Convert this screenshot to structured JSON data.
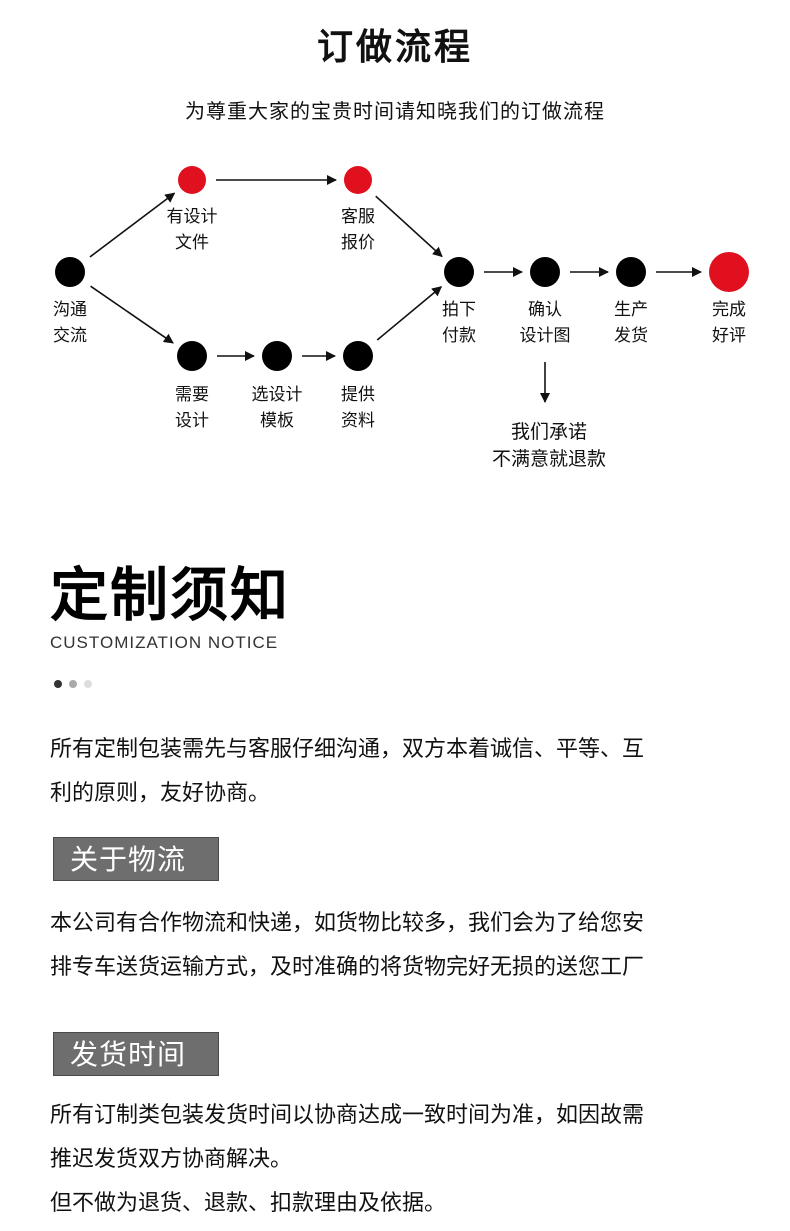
{
  "header": {
    "title": "订做流程",
    "subtitle": "为尊重大家的宝贵时间请知晓我们的订做流程"
  },
  "flow": {
    "nodes": [
      {
        "id": "n0",
        "lines": [
          "沟通",
          "交流"
        ],
        "color": "#000000"
      },
      {
        "id": "n1",
        "lines": [
          "有设计",
          "文件"
        ],
        "color": "#e0101e"
      },
      {
        "id": "n2",
        "lines": [
          "客服",
          "报价"
        ],
        "color": "#e0101e"
      },
      {
        "id": "n3",
        "lines": [
          "需要",
          "设计"
        ],
        "color": "#000000"
      },
      {
        "id": "n4",
        "lines": [
          "选设计",
          "模板"
        ],
        "color": "#000000"
      },
      {
        "id": "n5",
        "lines": [
          "提供",
          "资料"
        ],
        "color": "#000000"
      },
      {
        "id": "n6",
        "lines": [
          "拍下",
          "付款"
        ],
        "color": "#000000"
      },
      {
        "id": "n7",
        "lines": [
          "确认",
          "设计图"
        ],
        "color": "#000000"
      },
      {
        "id": "n8",
        "lines": [
          "生产",
          "发货"
        ],
        "color": "#000000"
      },
      {
        "id": "n9",
        "lines": [
          "完成",
          "好评"
        ],
        "color": "#e0101e"
      }
    ],
    "promise": [
      "我们承诺",
      "不满意就退款"
    ]
  },
  "notice": {
    "title": "定制须知",
    "subtitle": "CUSTOMIZATION NOTICE",
    "dot_colors": [
      "#333333",
      "#aaaaaa",
      "#dddddd"
    ],
    "intro": [
      "所有定制包装需先与客服仔细沟通，双方本着诚信、平等、互",
      "利的原则，友好协商。"
    ],
    "sections": [
      {
        "label": "关于物流",
        "lines": [
          "本公司有合作物流和快递，如货物比较多，我们会为了给您安",
          "排专车送货运输方式，及时准确的将货物完好无损的送您工厂"
        ]
      },
      {
        "label": "发货时间",
        "lines": [
          "所有订制类包装发货时间以协商达成一致时间为准，如因故需",
          "推迟发货双方协商解决。",
          "但不做为退货、退款、扣款理由及依据。"
        ]
      }
    ]
  }
}
